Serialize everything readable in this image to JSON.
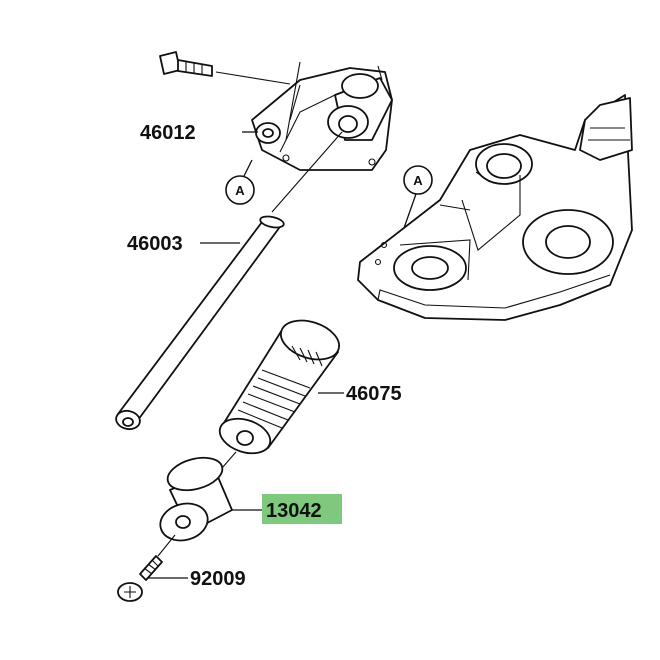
{
  "parts": [
    {
      "id": "p46012",
      "number": "46012"
    },
    {
      "id": "p46003",
      "number": "46003"
    },
    {
      "id": "p46075",
      "number": "46075"
    },
    {
      "id": "p13042",
      "number": "13042",
      "highlighted": true
    },
    {
      "id": "p92009",
      "number": "92009"
    }
  ],
  "callouts": [
    {
      "id": "callout-a-left",
      "letter": "A"
    },
    {
      "id": "callout-a-right",
      "letter": "A"
    }
  ],
  "colors": {
    "highlight": "#7fc97f",
    "line": "#111111",
    "background": "#ffffff"
  }
}
